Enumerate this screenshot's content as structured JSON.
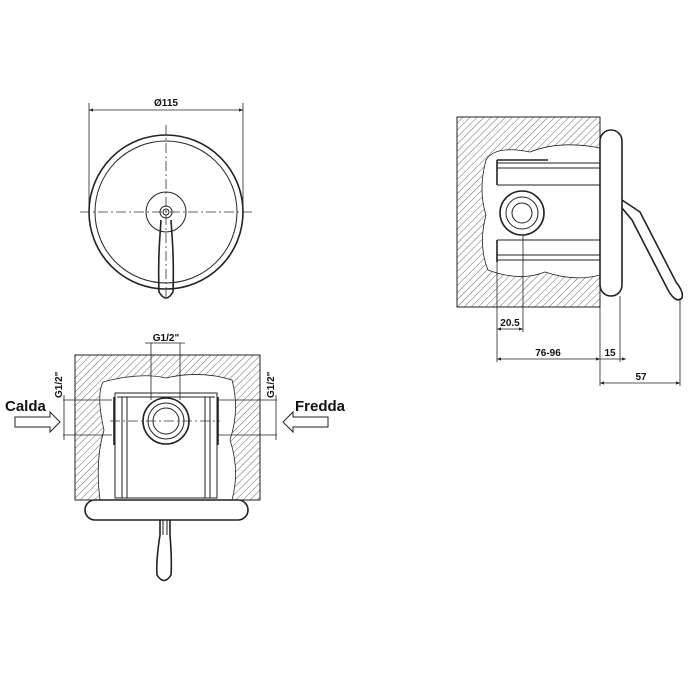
{
  "front_view": {
    "diameter_label": "Ø115"
  },
  "bottom_view": {
    "connection_top": "G1/2\"",
    "connection_left": "G1/2\"",
    "connection_right": "G1/2\"",
    "hot_label": "Calda",
    "cold_label": "Fredda"
  },
  "side_view": {
    "dim_offset": "20.5",
    "dim_depth": "76-96",
    "dim_plate": "15",
    "dim_projection": "57"
  }
}
